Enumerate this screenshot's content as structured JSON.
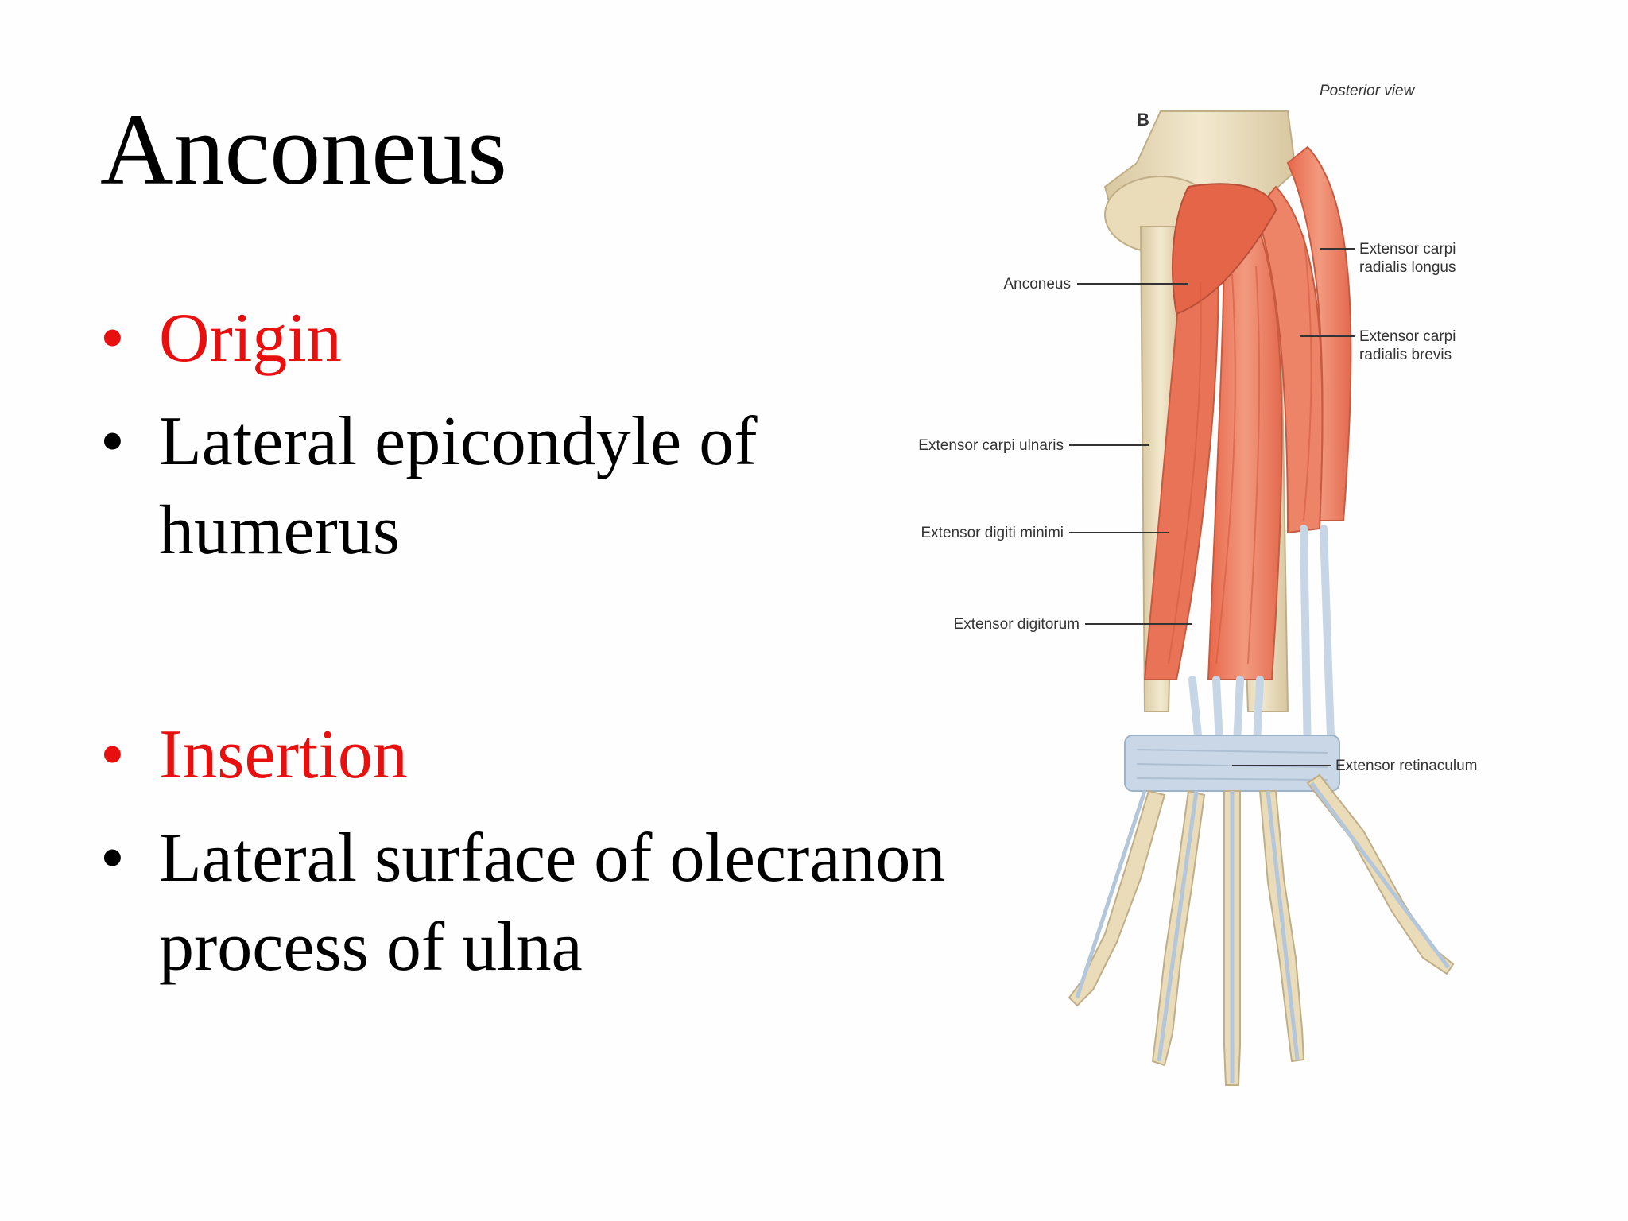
{
  "slide": {
    "title": "Anconeus",
    "bullets": [
      {
        "bullet": "•",
        "text": "Origin",
        "highlight": true
      },
      {
        "bullet": "•",
        "text": "Lateral epicondyle of humerus",
        "highlight": false
      },
      {
        "bullet": "•",
        "text": "Insertion",
        "highlight": true
      },
      {
        "bullet": "•",
        "text": "Lateral surface of olecranon process of ulna",
        "highlight": false
      }
    ],
    "colors": {
      "highlight": "#e8100f",
      "text": "#000000",
      "muscle": "#ec7a5f",
      "tendon": "#c7d6e6",
      "bone": "#eadcb8"
    }
  },
  "figure": {
    "panel_letter": "B",
    "view_label": "Posterior view",
    "labels": {
      "ecrl": [
        "Extensor carpi",
        "radialis longus"
      ],
      "ecrb": [
        "Extensor carpi",
        "radialis brevis"
      ],
      "anconeus": "Anconeus",
      "ecu": "Extensor carpi ulnaris",
      "edm": "Extensor digiti minimi",
      "ed": "Extensor digitorum",
      "retinaculum": "Extensor retinaculum"
    }
  }
}
